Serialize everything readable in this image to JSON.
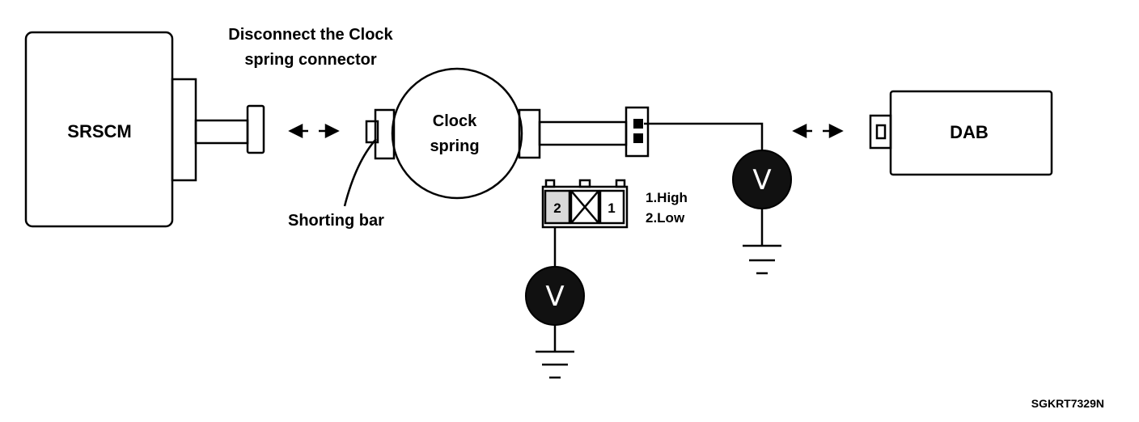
{
  "labels": {
    "srscm": "SRSCM",
    "dab": "DAB",
    "clock_line1": "Clock",
    "clock_line2": "spring",
    "disconnect_line1": "Disconnect the Clock",
    "disconnect_line2": "spring connector",
    "shorting_bar": "Shorting bar",
    "legend_high": "1.High",
    "legend_low": "2.Low",
    "pin1": "1",
    "pin2": "2",
    "meter_symbol": "V",
    "figure_code": "SGKRT7329N"
  },
  "colors": {
    "line": "#000000",
    "meter_fill": "#111111",
    "pin2_fill": "#d9d9d9"
  }
}
